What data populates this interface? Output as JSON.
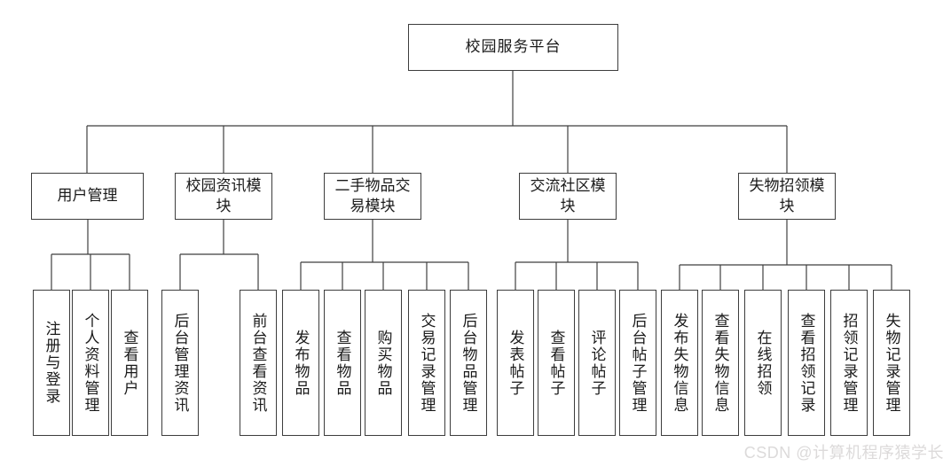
{
  "diagram": {
    "root": {
      "label": "校园服务平台"
    },
    "modules": [
      {
        "label": "用户管理",
        "children": [
          "注册与登录",
          "个人资料管理",
          "查看用户"
        ]
      },
      {
        "label": "校园资讯模块",
        "children": [
          "后台管理资讯",
          "前台查看资讯"
        ]
      },
      {
        "label": "二手物品交易模块",
        "children": [
          "发布物品",
          "查看物品",
          "购买物品",
          "交易记录管理",
          "后台物品管理"
        ]
      },
      {
        "label": "交流社区模块",
        "children": [
          "发表帖子",
          "查看帖子",
          "评论帖子",
          "后台帖子管理"
        ]
      },
      {
        "label": "失物招领模块",
        "children": [
          "发布失物信息",
          "查看失物信息",
          "在线招领",
          "查看招领记录",
          "招领记录管理",
          "失物记录管理"
        ]
      }
    ]
  },
  "watermark": {
    "text": "CSDN @计算机程序猿学长"
  },
  "colors": {
    "line": "#3f3f3f",
    "background": "#ffffff",
    "watermark": "#dcdada"
  }
}
